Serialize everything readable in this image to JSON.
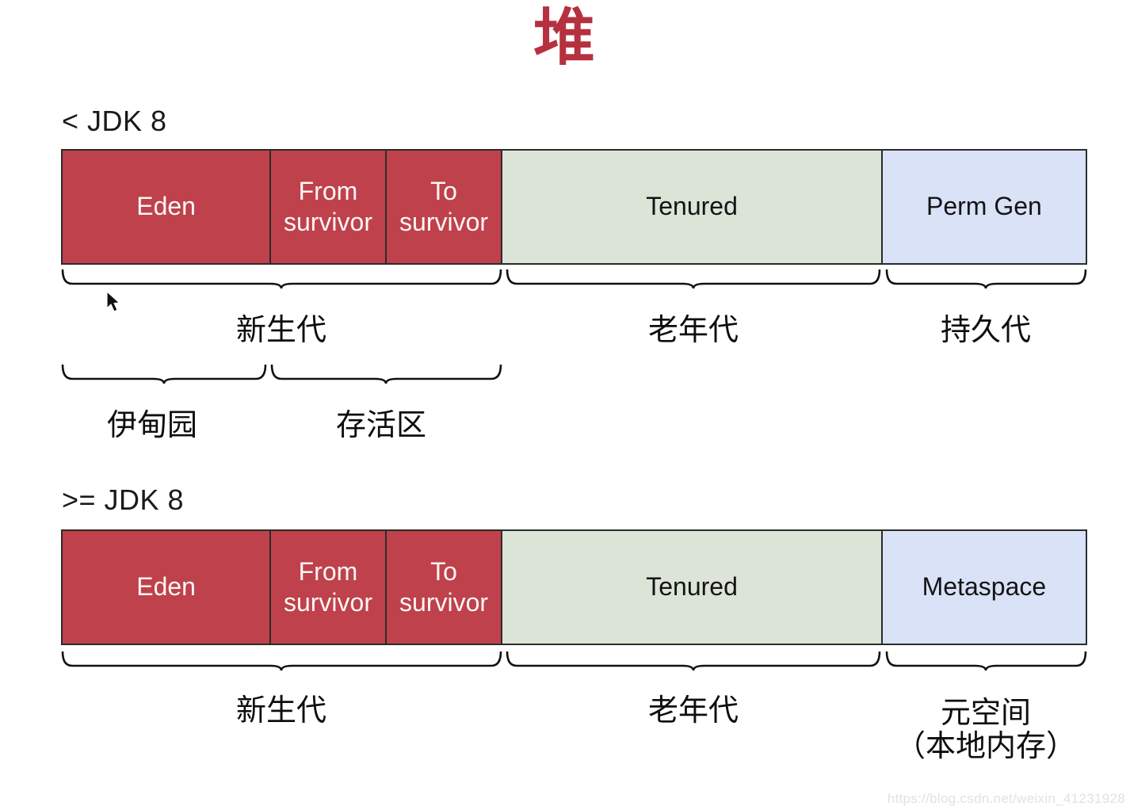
{
  "title": "堆",
  "colors": {
    "title": "#b5313f",
    "young_gen": "#bf414b",
    "old_gen": "#dce4d8",
    "perm_meta": "#d9e2f7",
    "border": "#2b2b2b",
    "text_dark": "#0e0e0e",
    "text_light": "#fbf6f6",
    "watermark": "#e2e2e2",
    "background": "#ffffff"
  },
  "sections": [
    {
      "id": "pre-jdk8",
      "version_label": "< JDK 8",
      "cells": [
        {
          "id": "eden",
          "label": "Eden",
          "label_line2": "",
          "fill": "red"
        },
        {
          "id": "from-survivor",
          "label": "From",
          "label_line2": "survivor",
          "fill": "red"
        },
        {
          "id": "to-survivor",
          "label": "To",
          "label_line2": "survivor",
          "fill": "red"
        },
        {
          "id": "tenured",
          "label": "Tenured",
          "label_line2": "",
          "fill": "green"
        },
        {
          "id": "perm-gen",
          "label": "Perm Gen",
          "label_line2": "",
          "fill": "blue"
        }
      ],
      "brace_row_1": [
        {
          "id": "young-generation",
          "caption": "新生代",
          "caption_line2": ""
        },
        {
          "id": "old-generation",
          "caption": "老年代",
          "caption_line2": ""
        },
        {
          "id": "perm-generation",
          "caption": "持久代",
          "caption_line2": ""
        }
      ],
      "brace_row_2": [
        {
          "id": "eden-cn",
          "caption": "伊甸园",
          "caption_line2": ""
        },
        {
          "id": "survivor-cn",
          "caption": "存活区",
          "caption_line2": ""
        }
      ]
    },
    {
      "id": "jdk8-plus",
      "version_label": ">= JDK 8",
      "cells": [
        {
          "id": "eden",
          "label": "Eden",
          "label_line2": "",
          "fill": "red"
        },
        {
          "id": "from-survivor",
          "label": "From",
          "label_line2": "survivor",
          "fill": "red"
        },
        {
          "id": "to-survivor",
          "label": "To",
          "label_line2": "survivor",
          "fill": "red"
        },
        {
          "id": "tenured",
          "label": "Tenured",
          "label_line2": "",
          "fill": "green"
        },
        {
          "id": "metaspace",
          "label": "Metaspace",
          "label_line2": "",
          "fill": "blue"
        }
      ],
      "brace_row_1": [
        {
          "id": "young-generation",
          "caption": "新生代",
          "caption_line2": ""
        },
        {
          "id": "old-generation",
          "caption": "老年代",
          "caption_line2": ""
        },
        {
          "id": "metaspace-cn",
          "caption": "元空间",
          "caption_line2": "（本地内存）"
        }
      ]
    }
  ],
  "watermark": "https://blog.csdn.net/weixin_41231928"
}
